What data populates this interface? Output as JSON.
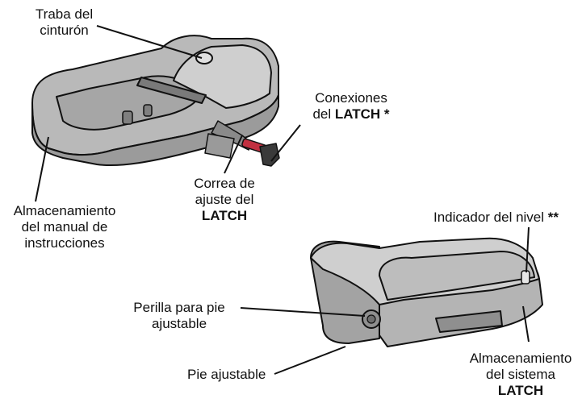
{
  "labels": {
    "belt_lock": {
      "line1": "Traba del",
      "line2": "cinturón"
    },
    "latch_connectors": {
      "line1": "Conexiones",
      "line2_prefix": "del ",
      "line2_bold": "LATCH",
      "line2_suffix": " *"
    },
    "latch_strap": {
      "line1": "Correa de",
      "line2": "ajuste del",
      "line3_bold": "LATCH"
    },
    "manual_storage": {
      "line1": "Almacenamiento",
      "line2": "del manual de",
      "line3": "instrucciones"
    },
    "level_indicator": {
      "text": "Indicador del nivel",
      "bold_suffix": "**"
    },
    "foot_knob": {
      "line1": "Perilla para pie",
      "line2": "ajustable"
    },
    "adjustable_foot": {
      "text": "Pie ajustable"
    },
    "latch_storage": {
      "line1": "Almacenamiento",
      "line2": "del sistema",
      "line3_bold": "LATCH"
    }
  },
  "colors": {
    "base_fill": "#b9b9b9",
    "base_dark": "#8e8e8e",
    "base_light": "#d6d6d6",
    "outline": "#111111",
    "strap": "#7a7a7a",
    "latch_red": "#c23040"
  }
}
